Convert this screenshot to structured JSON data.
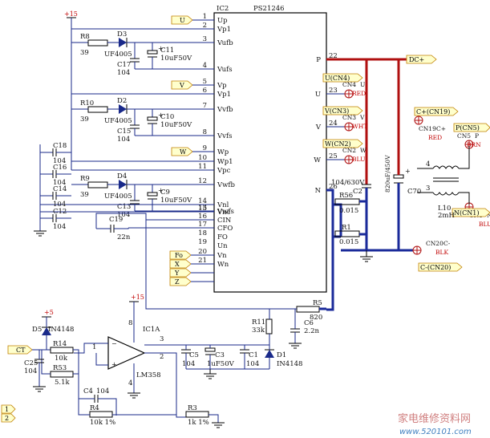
{
  "ic2": {
    "ref": "IC2",
    "part": "PS21246",
    "left_pins": [
      {
        "num": "1",
        "name": "Up"
      },
      {
        "num": "2",
        "name": "Vp1"
      },
      {
        "num": "3",
        "name": "Vufb"
      },
      {
        "num": "4",
        "name": "Vufs"
      },
      {
        "num": "5",
        "name": "Vp"
      },
      {
        "num": "6",
        "name": "Vp1"
      },
      {
        "num": "7",
        "name": "Vvfb"
      },
      {
        "num": "8",
        "name": "Vvfs"
      },
      {
        "num": "9",
        "name": "Wp"
      },
      {
        "num": "10",
        "name": "Wp1"
      },
      {
        "num": "11",
        "name": "Vpc"
      },
      {
        "num": "12",
        "name": "Vwfb"
      },
      {
        "num": "13",
        "name": "Vwfs"
      },
      {
        "num": "14",
        "name": "Vnl"
      },
      {
        "num": "15",
        "name": "Vnc"
      },
      {
        "num": "16",
        "name": "CIN"
      },
      {
        "num": "17",
        "name": "CFO"
      },
      {
        "num": "18",
        "name": "FO"
      },
      {
        "num": "19",
        "name": "Un"
      },
      {
        "num": "20",
        "name": "Vn"
      },
      {
        "num": "21",
        "name": "Wn"
      }
    ],
    "right_pins": [
      {
        "num": "22",
        "name": "P"
      },
      {
        "num": "23",
        "name": "U"
      },
      {
        "num": "24",
        "name": "V"
      },
      {
        "num": "25",
        "name": "W"
      },
      {
        "num": "26",
        "name": "N"
      }
    ]
  },
  "input_tags": [
    "U",
    "V",
    "W"
  ],
  "lower_input_tags": [
    "Fo",
    "X",
    "Y",
    "Z"
  ],
  "supply": "+15",
  "supply2": "+15",
  "supply3": "+5",
  "bootstrap": [
    {
      "r": "R8",
      "rv": "39",
      "d": "D3",
      "dv": "UF4005",
      "c": "C11",
      "cv": "10uF50V",
      "c2": "C17",
      "c2v": "104"
    },
    {
      "r": "R10",
      "rv": "39",
      "d": "D2",
      "dv": "UF4005",
      "c": "C10",
      "cv": "10uF50V",
      "c2": "C15",
      "c2v": "104"
    },
    {
      "r": "R9",
      "rv": "39",
      "d": "D4",
      "dv": "UF4005",
      "c": "C9",
      "cv": "10uF50V",
      "c2": "C13",
      "c2v": "104"
    }
  ],
  "left_caps": [
    {
      "ref": "C18",
      "val": "104"
    },
    {
      "ref": "C16",
      "val": "104"
    },
    {
      "ref": "C14",
      "val": "104"
    },
    {
      "ref": "C12",
      "val": "104"
    }
  ],
  "c19": {
    "ref": "C19",
    "val": "22n"
  },
  "output_tags": {
    "dc_plus": "DC+",
    "u": "U(CN4)",
    "v": "V(CN3)",
    "w": "W(CN2)",
    "c_plus": "C+(CN19)",
    "p": "P(CN5)",
    "n": "N(CN1)",
    "c_minus": "C-(CN20)"
  },
  "connectors": {
    "cn4": "CN4",
    "cn4_pin": "U",
    "cn4_color": "RED",
    "cn3": "CN3",
    "cn3_pin": "V",
    "cn3_color": "WHT",
    "cn2": "CN2",
    "cn2_pin": "W",
    "cn2_color": "BLU",
    "cn19": "CN19",
    "cn19_pin": "C+",
    "cn19_color": "RED",
    "cn5": "CN5",
    "cn5_pin": "P",
    "cn5_color": "BRN",
    "cn1": "CN1",
    "cn1_pin": "N",
    "cn1_color": "BLU",
    "cn20": "CN20",
    "cn20_pin": "C-",
    "cn20_color": "BLK"
  },
  "c2": {
    "ref": "C2",
    "val": "104/630V"
  },
  "c70": {
    "ref": "C70",
    "val": "820uF/450V"
  },
  "l10": {
    "ref": "L10",
    "val": "2mH",
    "pin4": "4",
    "pin3": "3"
  },
  "r56": {
    "ref": "R56",
    "val": "0.015"
  },
  "r1": {
    "ref": "R1",
    "val": "0.015"
  },
  "r5": {
    "ref": "R5",
    "val": "820"
  },
  "r11": {
    "ref": "R11",
    "val": "33k"
  },
  "c6": {
    "ref": "C6",
    "val": "2.2n"
  },
  "ic1": {
    "ref": "IC1A",
    "part": "LM358",
    "pin1": "1",
    "pin2": "2",
    "pin3": "3",
    "pin4": "4",
    "pin8": "8"
  },
  "ct_tag": "CT",
  "d5": {
    "ref": "D5",
    "val": "IN4148"
  },
  "d1": {
    "ref": "D1",
    "val": "IN4148"
  },
  "r14": {
    "ref": "R14",
    "val": "10k"
  },
  "r53": {
    "ref": "R53",
    "val": "5.1k"
  },
  "c25": {
    "ref": "C25",
    "val": "104"
  },
  "c4": {
    "ref": "C4",
    "val": "104"
  },
  "r4": {
    "ref": "R4",
    "val": "10k 1%"
  },
  "r3": {
    "ref": "R3",
    "val": "1k 1%"
  },
  "c5": {
    "ref": "C5",
    "val": "104"
  },
  "c3": {
    "ref": "C3",
    "val": "1uF50V"
  },
  "c1": {
    "ref": "C1",
    "val": "104"
  },
  "corner_tags": [
    "1",
    "2"
  ],
  "watermark": {
    "cn": "家电维修资料网",
    "url": "www.520101.com"
  }
}
